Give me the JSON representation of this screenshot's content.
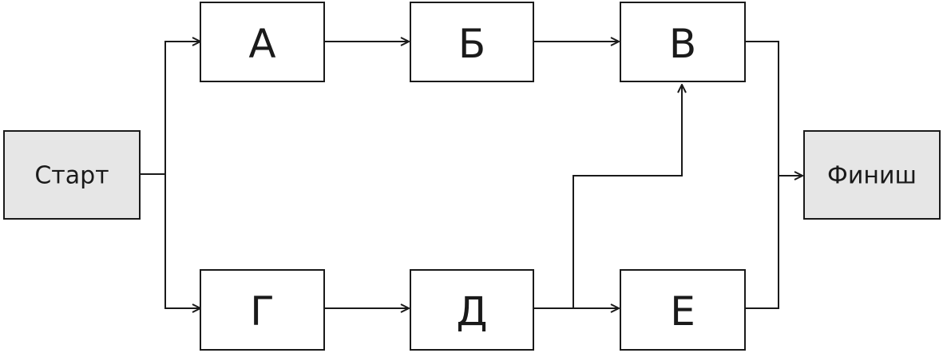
{
  "diagram": {
    "nodes": {
      "start": {
        "label": "Старт"
      },
      "a": {
        "label": "А"
      },
      "b": {
        "label": "Б"
      },
      "v": {
        "label": "В"
      },
      "g": {
        "label": "Г"
      },
      "d": {
        "label": "Д"
      },
      "e": {
        "label": "Е"
      },
      "finish": {
        "label": "Финиш"
      }
    },
    "edges": [
      {
        "from": "start",
        "to": "a"
      },
      {
        "from": "start",
        "to": "g"
      },
      {
        "from": "a",
        "to": "b"
      },
      {
        "from": "b",
        "to": "v"
      },
      {
        "from": "g",
        "to": "d"
      },
      {
        "from": "d",
        "to": "e"
      },
      {
        "from": "d",
        "to": "v"
      },
      {
        "from": "v",
        "to": "finish"
      },
      {
        "from": "e",
        "to": "finish"
      }
    ],
    "colors": {
      "terminal_fill": "#e6e6e6",
      "task_fill": "#ffffff",
      "stroke": "#1a1a1a"
    }
  }
}
